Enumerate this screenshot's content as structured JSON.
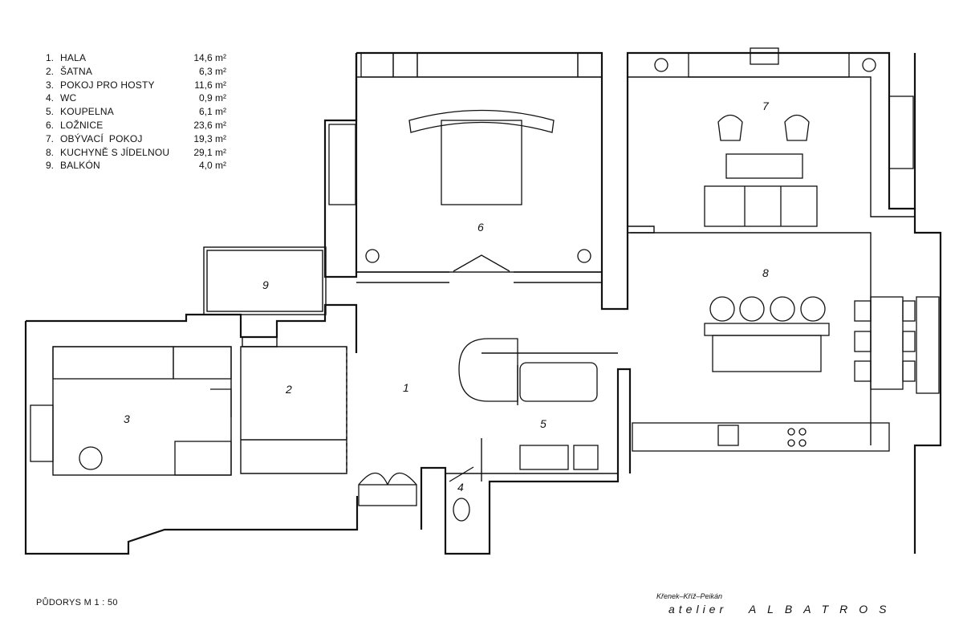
{
  "legend": {
    "rooms": [
      {
        "num": "1.",
        "name": "HALA",
        "area": "14,6 m²"
      },
      {
        "num": "2.",
        "name": "ŠATNA",
        "area": "6,3 m²"
      },
      {
        "num": "3.",
        "name": "POKOJ PRO HOSTY",
        "area": "11,6 m²"
      },
      {
        "num": "4.",
        "name": "WC",
        "area": "0,9 m²"
      },
      {
        "num": "5.",
        "name": "KOUPELNA",
        "area": "6,1 m²"
      },
      {
        "num": "6.",
        "name": "LOŽNICE",
        "area": "23,6 m²"
      },
      {
        "num": "7.",
        "name": "OBÝVACÍ  POKOJ",
        "area": "19,3 m²"
      },
      {
        "num": "8.",
        "name": "KUCHYNĚ S JÍDELNOU",
        "area": "29,1 m²"
      },
      {
        "num": "9.",
        "name": "BALKÓN",
        "area": "4,0 m²"
      }
    ]
  },
  "plan_labels": {
    "r1": "1",
    "r2": "2",
    "r3": "3",
    "r4": "4",
    "r5": "5",
    "r6": "6",
    "r7": "7",
    "r8": "8",
    "r9": "9"
  },
  "footer": {
    "scale": "PŮDORYS M 1 : 50",
    "authors": "Křenek–Kříž–Peikán",
    "studio_prefix": "atelier",
    "studio_name": "ALBATROS"
  },
  "colors": {
    "line": "#111111",
    "background": "#ffffff"
  }
}
